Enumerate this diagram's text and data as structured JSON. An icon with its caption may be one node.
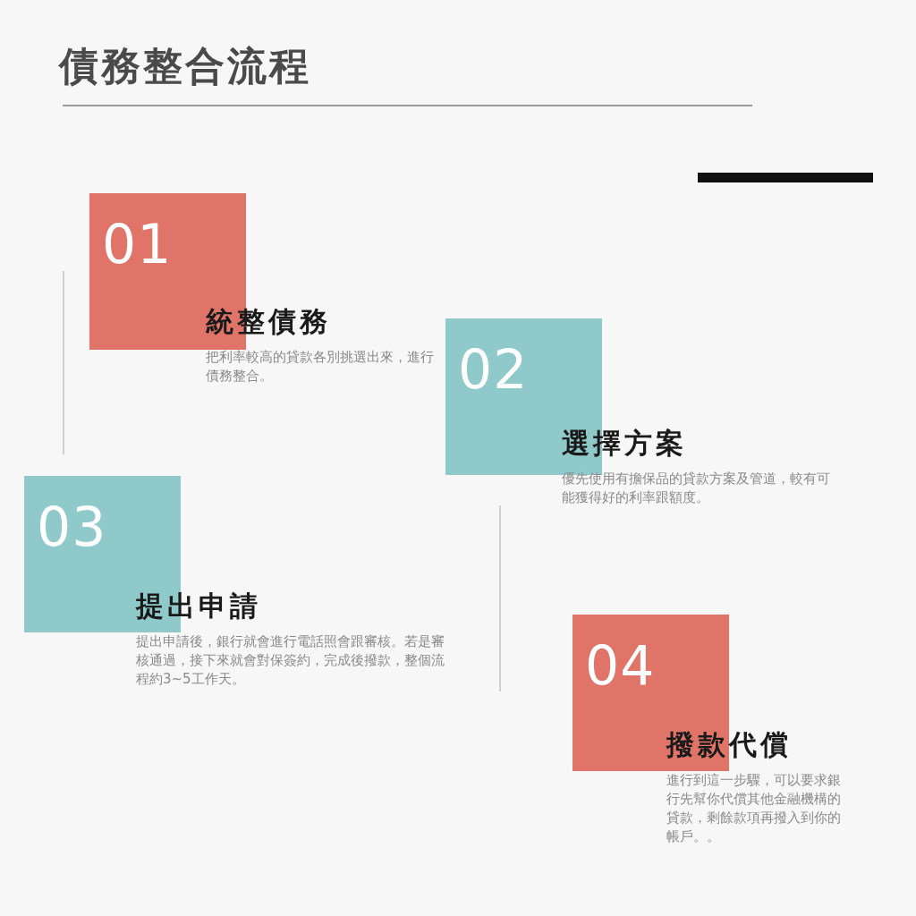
{
  "diagram": {
    "title": "債務整合流程",
    "nodes": [
      {
        "text": [
          "01",
          "統整債務",
          "把利率較高的貸款各別挑選出來，進行債務整合。"
        ]
      },
      {
        "text": [
          "02",
          "選擇方案",
          "優先使用有擔保品的貸款方案及管道，較有可能獲得好的利率跟額度。"
        ]
      },
      {
        "text": [
          "03",
          "提出申請",
          "提出申請後，銀行就會進行電話照會跟審核。若是審核通過，接下來就會對保簽約，完成後撥款，整個流程約3~5工作天。"
        ]
      },
      {
        "text": [
          "04",
          "撥款代償",
          "進行到這一步驟，可以要求銀行先幫你代償其他金融機構的貸款，剩餘款項再撥入到你的帳戶。。"
        ]
      }
    ]
  }
}
